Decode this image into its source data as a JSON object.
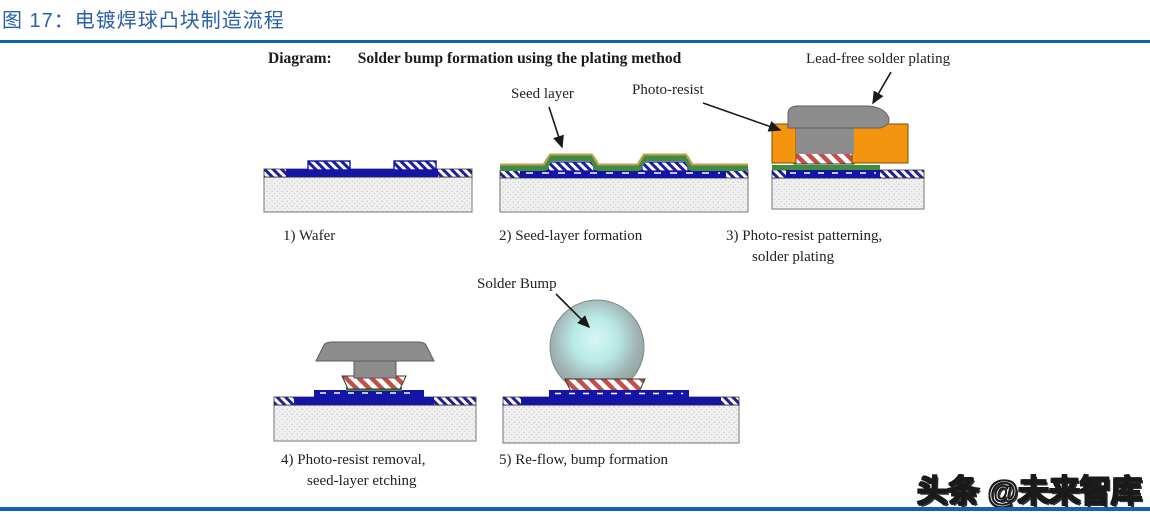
{
  "page": {
    "figure_label": "图 17：电镀焊球凸块制造流程",
    "watermark": "头条 @未来智库",
    "accent_color": "#1263af",
    "title_color": "#2b5fa8"
  },
  "diagram": {
    "heading_label": "Diagram:",
    "heading_text": "Solder bump formation using the plating method",
    "labels": {
      "lead_free": "Lead-free solder plating",
      "seed_layer": "Seed layer",
      "photo_resist": "Photo-resist",
      "solder_bump": "Solder Bump"
    },
    "steps": [
      {
        "caption": "1) Wafer"
      },
      {
        "caption": "2) Seed-layer formation"
      },
      {
        "caption": "3) Photo-resist patterning,",
        "caption2": "solder plating"
      },
      {
        "caption": "4) Photo-resist removal,",
        "caption2": "seed-layer etching"
      },
      {
        "caption": "5) Re-flow, bump formation"
      }
    ],
    "legend_colors": {
      "photo_resist_orange": "#f5940e",
      "solder_gray": "#8d8d8d",
      "metal_blue": "#1414a6",
      "seed_green": "#3e8e3e",
      "bump_highlight": "#c9f1ee",
      "substrate_gray": "#f0f0f0"
    }
  }
}
